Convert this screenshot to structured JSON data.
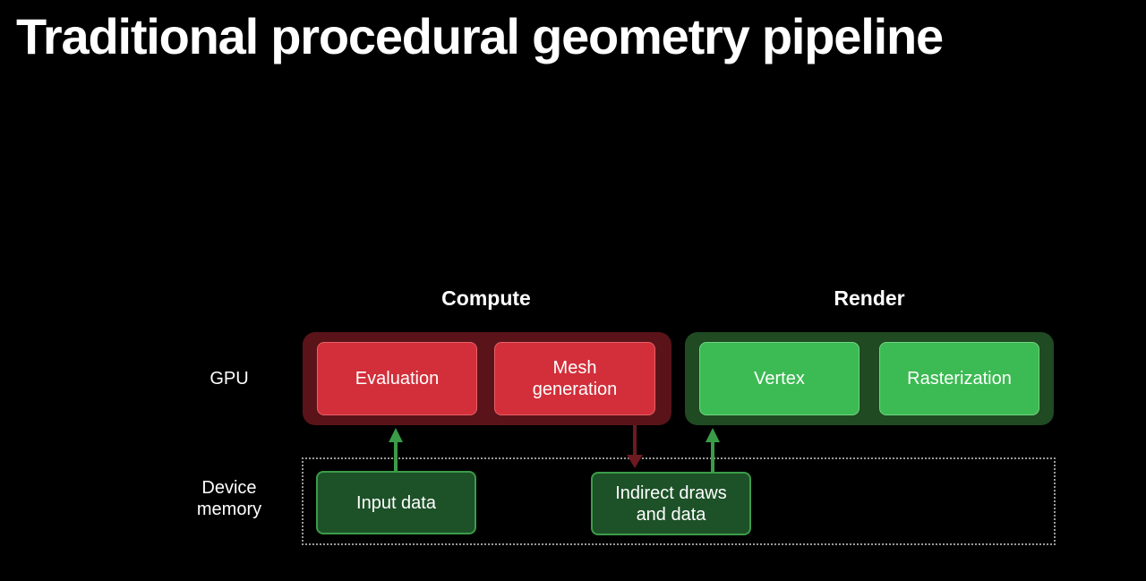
{
  "title": "Traditional procedural geometry pipeline",
  "columns": {
    "compute": "Compute",
    "render": "Render"
  },
  "rows": {
    "gpu": "GPU",
    "device_memory": [
      "Device",
      "memory"
    ]
  },
  "compute_stages": [
    {
      "label": [
        "Evaluation"
      ]
    },
    {
      "label": [
        "Mesh",
        "generation"
      ]
    }
  ],
  "render_stages": [
    {
      "label": [
        "Vertex"
      ]
    },
    {
      "label": [
        "Rasterization"
      ]
    }
  ],
  "memory_items": [
    {
      "label": [
        "Input data"
      ]
    },
    {
      "label": [
        "Indirect draws",
        "and data"
      ]
    }
  ],
  "arrows": [
    {
      "from": "Input data",
      "to": "Evaluation",
      "direction": "up",
      "color": "#3a9c48"
    },
    {
      "from": "Mesh generation",
      "to": "Indirect draws and data",
      "direction": "down",
      "color": "#6b1a20"
    },
    {
      "from": "Indirect draws and data",
      "to": "Vertex",
      "direction": "up",
      "color": "#3a9c48"
    }
  ],
  "colors": {
    "compute_group": "#5a1419",
    "compute_stage": "#d22f3a",
    "render_group": "#1f4a22",
    "render_stage": "#3cba53",
    "memory_item": "#1d5128"
  }
}
